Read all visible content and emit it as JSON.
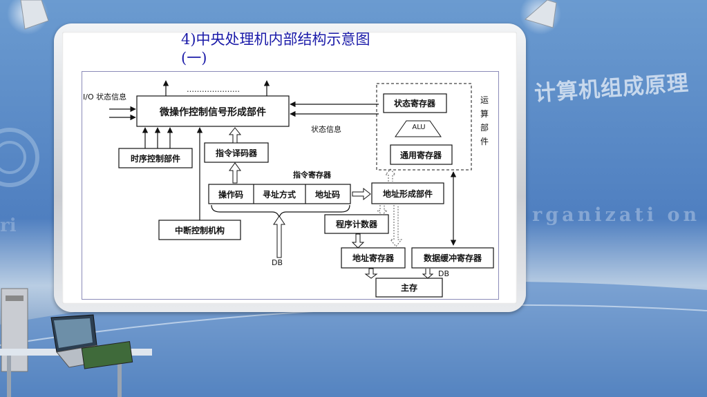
{
  "title_line1": "4)中央处理机内部结构示意图",
  "title_line2": "(一)",
  "watermark_cn": "计算机组成原理",
  "watermark_en": "rganizati on",
  "watermark_en_left": "ri",
  "diagram": {
    "io_status_label": "I/O 状态信息",
    "dots": "…………………",
    "micro_op_box": "微操作控制信号形成部件",
    "status_info_label": "状态信息",
    "status_register": "状态寄存器",
    "alu_label": "ALU",
    "general_register": "通用寄存器",
    "alu_unit_label": [
      "运",
      "算",
      "部",
      "件"
    ],
    "timing_control": "时序控制部件",
    "instr_decoder": "指令译码器",
    "instr_register_label": "指令寄存器",
    "opcode": "操作码",
    "addressing_mode": "寻址方式",
    "address_code": "地址码",
    "address_formation": "地址形成部件",
    "interrupt_control": "中断控制机构",
    "program_counter": "程序计数器",
    "db_label_1": "DB",
    "address_register": "地址寄存器",
    "data_buffer_register": "数据缓冲寄存器",
    "db_label_2": "DB",
    "main_memory": "主存"
  }
}
